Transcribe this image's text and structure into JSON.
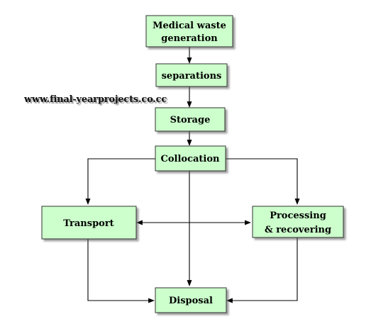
{
  "diagram": {
    "nodes": {
      "generation": {
        "lines": [
          "Medical waste",
          "generation"
        ]
      },
      "separations": {
        "lines": [
          "separations"
        ]
      },
      "storage": {
        "lines": [
          "Storage"
        ]
      },
      "collocation": {
        "lines": [
          "Collocation"
        ]
      },
      "transport": {
        "lines": [
          "Transport"
        ]
      },
      "processing": {
        "lines": [
          "Processing",
          "& recovering"
        ]
      },
      "disposal": {
        "lines": [
          "Disposal"
        ]
      }
    },
    "edges": [
      {
        "from": "generation",
        "to": "separations",
        "direction": "forward"
      },
      {
        "from": "separations",
        "to": "storage",
        "direction": "forward"
      },
      {
        "from": "storage",
        "to": "collocation",
        "direction": "forward"
      },
      {
        "from": "collocation",
        "to": "transport",
        "direction": "forward"
      },
      {
        "from": "collocation",
        "to": "processing",
        "direction": "forward"
      },
      {
        "from": "collocation",
        "to": "disposal",
        "direction": "forward"
      },
      {
        "from": "transport",
        "to": "processing",
        "direction": "both"
      },
      {
        "from": "transport",
        "to": "disposal",
        "direction": "forward"
      },
      {
        "from": "processing",
        "to": "disposal",
        "direction": "forward"
      }
    ]
  },
  "watermark": {
    "text": "www.final-yearprojects.co.cc"
  }
}
